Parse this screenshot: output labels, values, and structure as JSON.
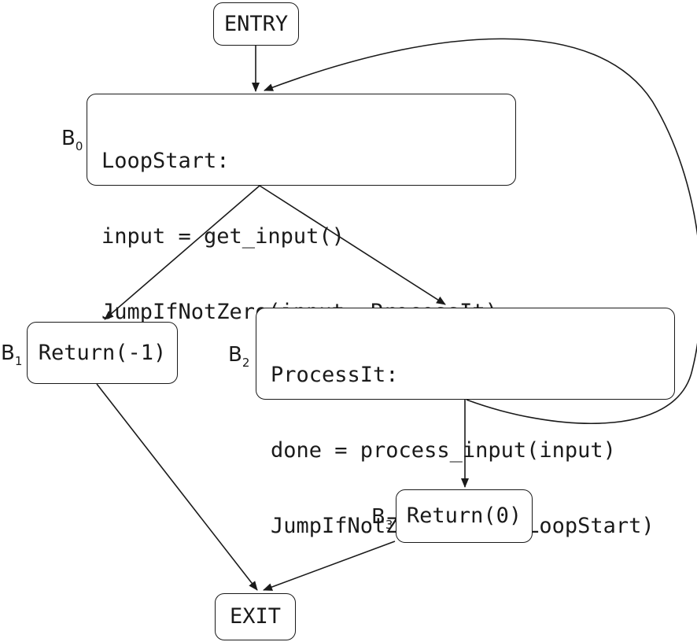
{
  "nodes": {
    "entry": {
      "text": "ENTRY"
    },
    "b0": {
      "label": "B",
      "index": "0",
      "lines": [
        "LoopStart:",
        "input = get_input()",
        "JumpIfNotZero(input, ProcessIt)"
      ]
    },
    "b1": {
      "label": "B",
      "index": "1",
      "lines": [
        "Return(-1)"
      ]
    },
    "b2": {
      "label": "B",
      "index": "2",
      "lines": [
        "ProcessIt:",
        "done = process_input(input)",
        "JumpIfNotZero(done, LoopStart)"
      ]
    },
    "b3": {
      "label": "B",
      "index": "3",
      "lines": [
        "Return(0)"
      ]
    },
    "exit": {
      "text": "EXIT"
    }
  },
  "edges": [
    {
      "from": "entry",
      "to": "b0"
    },
    {
      "from": "b0",
      "to": "b1"
    },
    {
      "from": "b0",
      "to": "b2"
    },
    {
      "from": "b1",
      "to": "exit"
    },
    {
      "from": "b2",
      "to": "b3"
    },
    {
      "from": "b2",
      "to": "b0"
    },
    {
      "from": "b3",
      "to": "exit"
    }
  ]
}
